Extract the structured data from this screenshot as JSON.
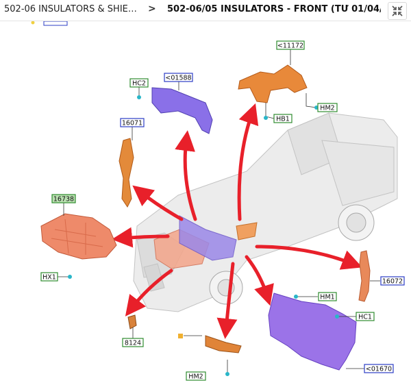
{
  "breadcrumb": {
    "parent": "502-06 INSULATORS & SHIE…",
    "current": "502-06/05 INSULATORS - FRONT (TỪ 01/04/…"
  },
  "icons": {
    "separator": "chevron-right-icon",
    "collapse": "collapse-arrows-icon"
  },
  "callouts": {
    "c11172": "<11172",
    "c01588": "<01588",
    "hc2": "HC2",
    "c16071": "16071",
    "hm2_top": "HM2",
    "hb1": "HB1",
    "c16738": "16738",
    "hx1": "HX1",
    "c16072": "16072",
    "hm1": "HM1",
    "hc1": "HC1",
    "c8124": "8124",
    "c01670": "<01670",
    "hm2_bottom": "HM2"
  },
  "colors": {
    "arrow": "#e8202a",
    "label_blue": "#2b3cc4",
    "label_green": "#2e8b2e",
    "part_orange": "#e07a2a",
    "part_purple": "#8a5ae0",
    "part_salmon": "#e8795a"
  }
}
